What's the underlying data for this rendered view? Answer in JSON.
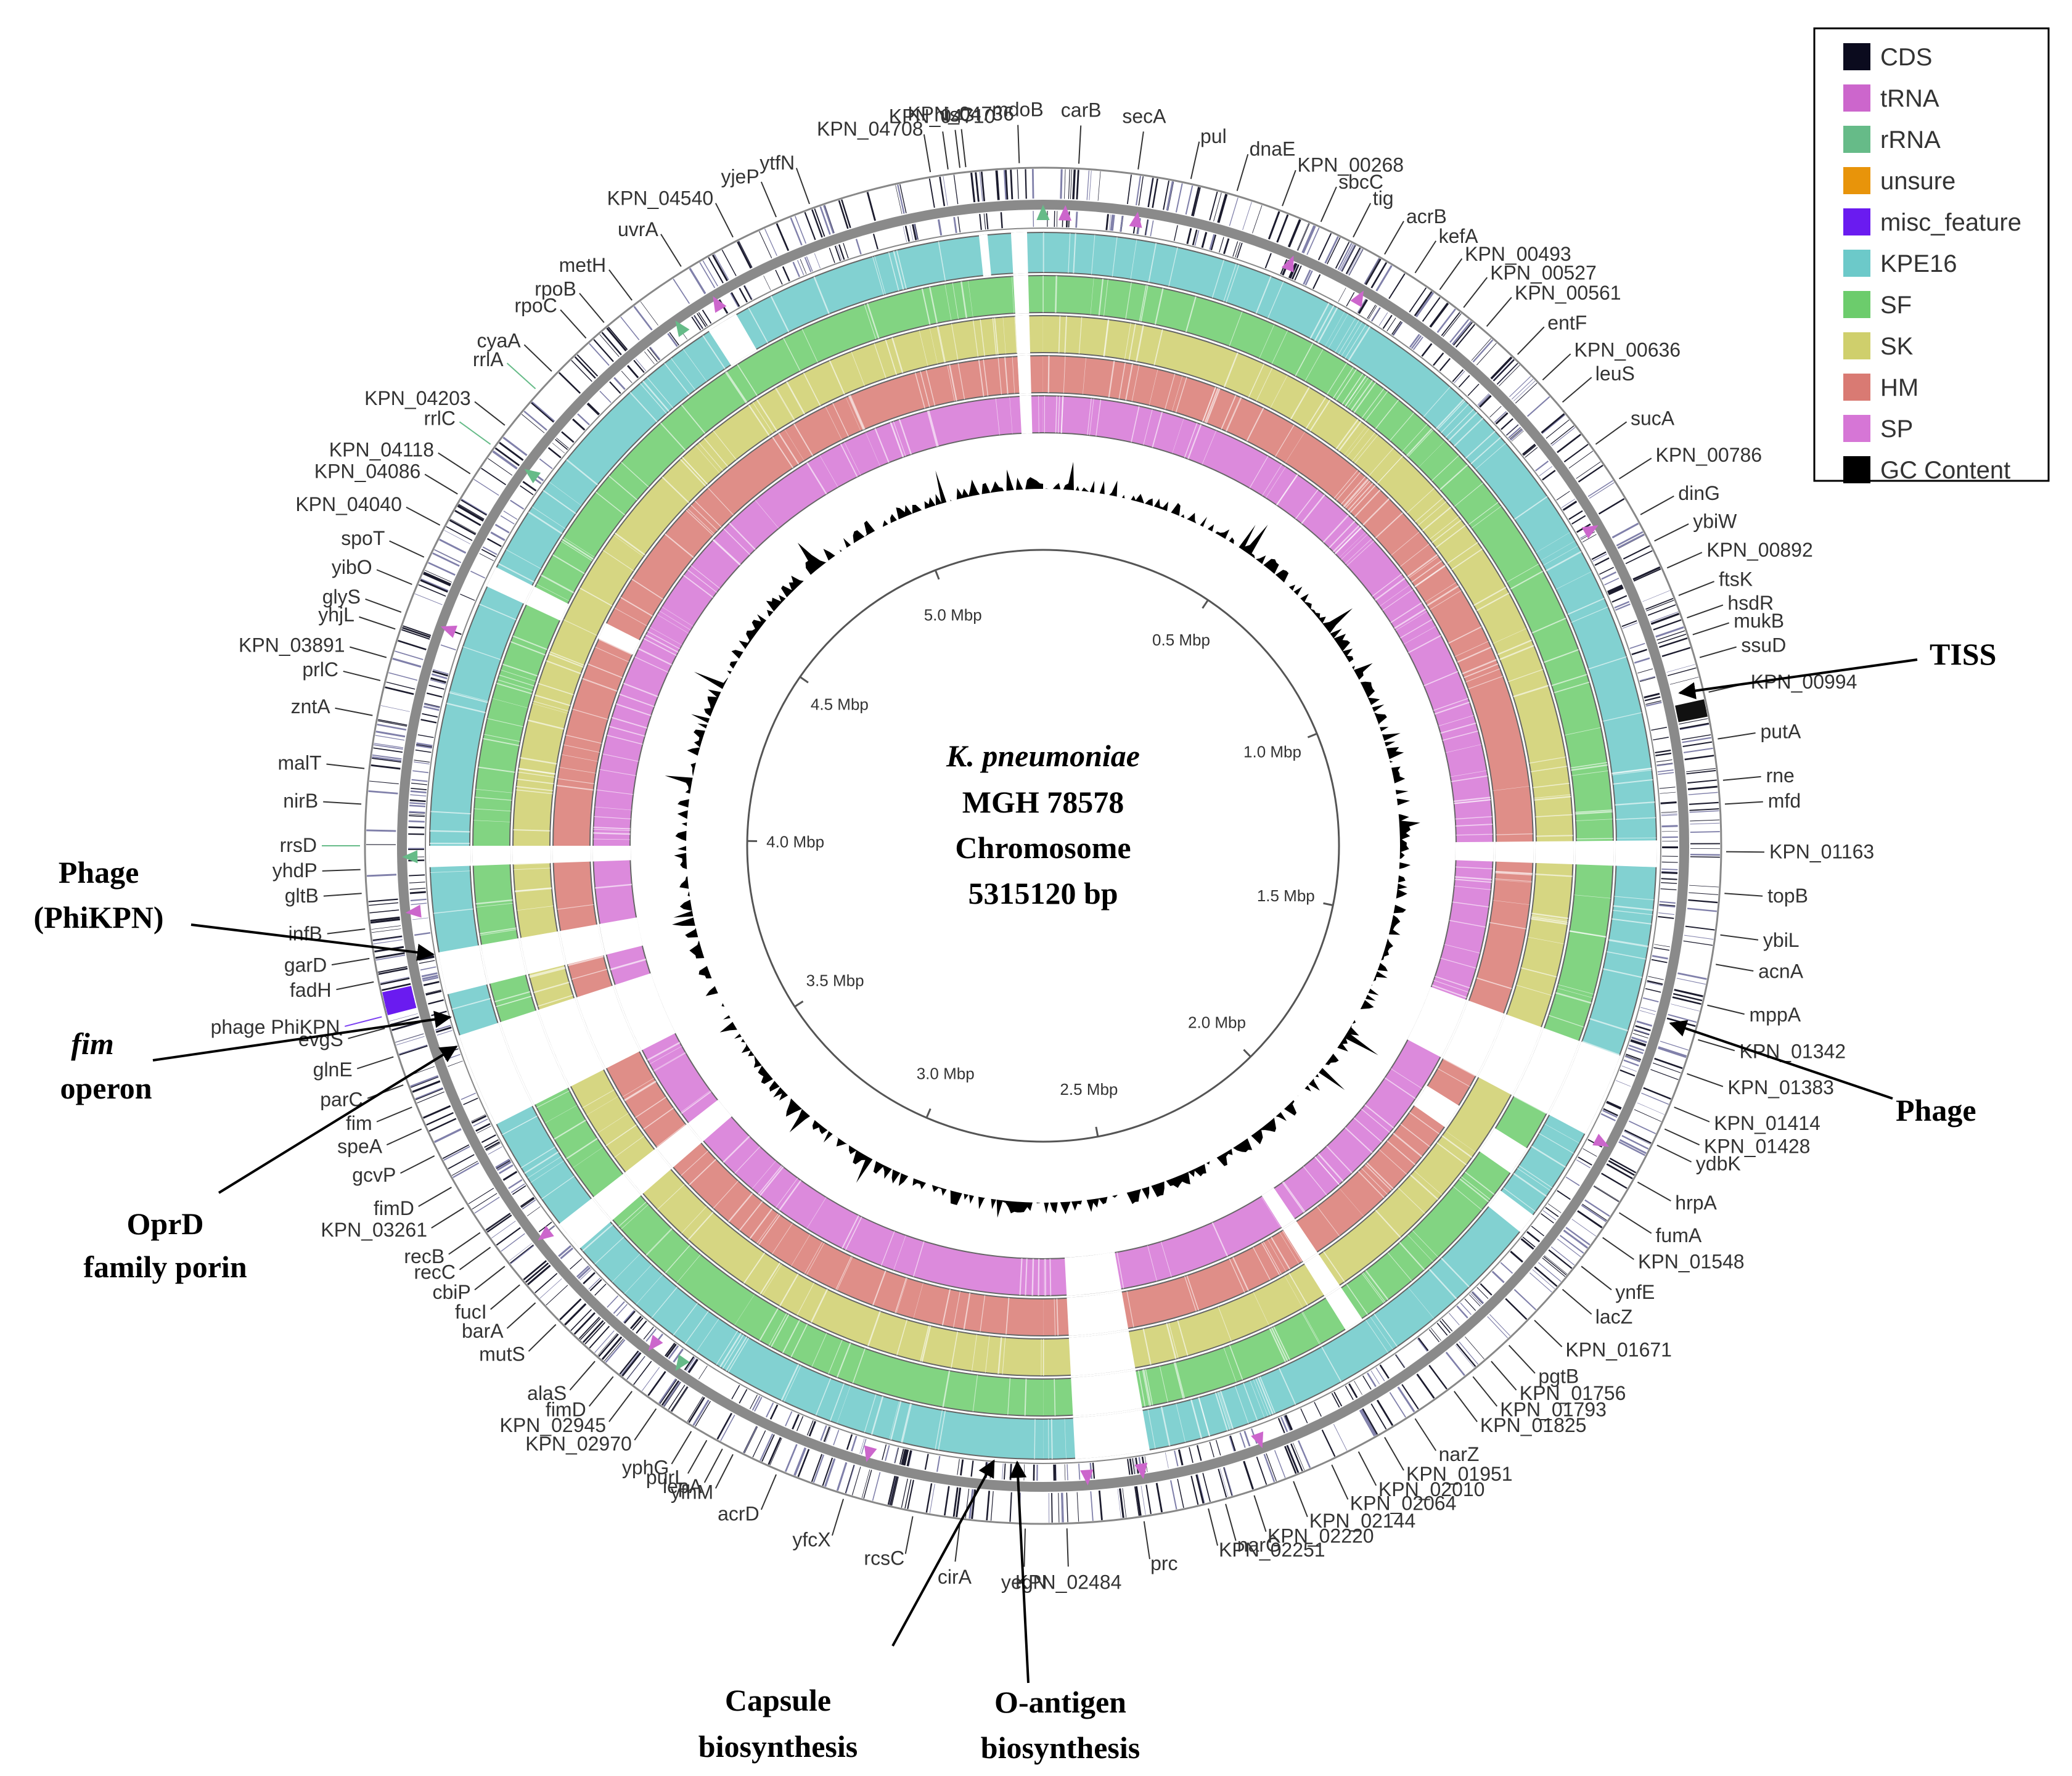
{
  "center": {
    "species": "K. pneumoniae",
    "strain": "MGH 78578",
    "molecule": "Chromosome",
    "size": "5315120 bp"
  },
  "genome_length_bp": 5315120,
  "scale_ticks": [
    "0.5 Mbp",
    "1.0 Mbp",
    "1.5 Mbp",
    "2.0 Mbp",
    "2.5 Mbp",
    "3.0 Mbp",
    "3.5 Mbp",
    "4.0 Mbp",
    "4.5 Mbp",
    "5.0 Mbp"
  ],
  "legend": [
    {
      "label": "CDS",
      "color": "#0b0b1e"
    },
    {
      "label": "tRNA",
      "color": "#cc66cc"
    },
    {
      "label": "rRNA",
      "color": "#66bb88"
    },
    {
      "label": "unsure",
      "color": "#e8940a"
    },
    {
      "label": "misc_feature",
      "color": "#6a1bf0"
    },
    {
      "label": "KPE16",
      "color": "#6cc9c9"
    },
    {
      "label": "SF",
      "color": "#6ccc6c"
    },
    {
      "label": "SK",
      "color": "#cfcf6c"
    },
    {
      "label": "HM",
      "color": "#d97a73"
    },
    {
      "label": "SP",
      "color": "#d676d6"
    },
    {
      "label": "GC Content",
      "color": "#000000"
    }
  ],
  "rings": [
    {
      "name": "KPE16",
      "color": "#6cc9c9"
    },
    {
      "name": "SF",
      "color": "#6ccc6c"
    },
    {
      "name": "SK",
      "color": "#cfcf6c"
    },
    {
      "name": "HM",
      "color": "#d97a73"
    },
    {
      "name": "SP",
      "color": "#d676d6"
    }
  ],
  "gene_labels": [
    {
      "text": "KPN_04708",
      "angle": -9.5,
      "color": "#333333"
    },
    {
      "text": "KPN_04736",
      "angle": -6.5,
      "color": "#333333"
    },
    {
      "text": "KPN_04710",
      "angle": -8,
      "color": "#333333"
    },
    {
      "text": "hisG",
      "angle": -7,
      "color": "#333333"
    },
    {
      "text": "mdoB",
      "angle": -2,
      "color": "#333333"
    },
    {
      "text": "carB",
      "angle": 3,
      "color": "#333333"
    },
    {
      "text": "secA",
      "angle": 8,
      "color": "#333333"
    },
    {
      "text": "pul",
      "angle": 12.5,
      "color": "#333333"
    },
    {
      "text": "dnaE",
      "angle": 16.5,
      "color": "#333333"
    },
    {
      "text": "KPN_00268",
      "angle": 20.5,
      "color": "#333333"
    },
    {
      "text": "sbcC",
      "angle": 24,
      "color": "#333333"
    },
    {
      "text": "tig",
      "angle": 27,
      "color": "#333333"
    },
    {
      "text": "acrB",
      "angle": 30,
      "color": "#333333"
    },
    {
      "text": "kefA",
      "angle": 33,
      "color": "#333333"
    },
    {
      "text": "KPN_00493",
      "angle": 35.5,
      "color": "#333333"
    },
    {
      "text": "KPN_00527",
      "angle": 38,
      "color": "#333333"
    },
    {
      "text": "KPN_00561",
      "angle": 40.5,
      "color": "#333333"
    },
    {
      "text": "entF",
      "angle": 44,
      "color": "#333333"
    },
    {
      "text": "KPN_00636",
      "angle": 47,
      "color": "#333333"
    },
    {
      "text": "leuS",
      "angle": 49.5,
      "color": "#333333"
    },
    {
      "text": "sucA",
      "angle": 54,
      "color": "#333333"
    },
    {
      "text": "KPN_00786",
      "angle": 57.5,
      "color": "#333333"
    },
    {
      "text": "dinG",
      "angle": 61,
      "color": "#333333"
    },
    {
      "text": "ybiW",
      "angle": 63.5,
      "color": "#333333"
    },
    {
      "text": "KPN_00892",
      "angle": 66,
      "color": "#333333"
    },
    {
      "text": "ftsK",
      "angle": 68.5,
      "color": "#333333"
    },
    {
      "text": "hsdR",
      "angle": 70.5,
      "color": "#333333"
    },
    {
      "text": "mukB",
      "angle": 72,
      "color": "#333333"
    },
    {
      "text": "ssuD",
      "angle": 74,
      "color": "#333333"
    },
    {
      "text": "KPN_00994",
      "angle": 77,
      "color": "#333333"
    },
    {
      "text": "putA",
      "angle": 81,
      "color": "#333333"
    },
    {
      "text": "rne",
      "angle": 84.5,
      "color": "#333333"
    },
    {
      "text": "mfd",
      "angle": 86.5,
      "color": "#333333"
    },
    {
      "text": "KPN_01163",
      "angle": 90.5,
      "color": "#333333"
    },
    {
      "text": "topB",
      "angle": 94,
      "color": "#333333"
    },
    {
      "text": "ybiL",
      "angle": 97.5,
      "color": "#333333"
    },
    {
      "text": "acnA",
      "angle": 100,
      "color": "#333333"
    },
    {
      "text": "mppA",
      "angle": 103.5,
      "color": "#333333"
    },
    {
      "text": "KPN_01342",
      "angle": 106.5,
      "color": "#333333"
    },
    {
      "text": "KPN_01383",
      "angle": 109.5,
      "color": "#333333"
    },
    {
      "text": "KPN_01414",
      "angle": 112.5,
      "color": "#333333"
    },
    {
      "text": "KPN_01428",
      "angle": 114.5,
      "color": "#333333"
    },
    {
      "text": "ydbK",
      "angle": 116,
      "color": "#333333"
    },
    {
      "text": "hrpA",
      "angle": 119.5,
      "color": "#333333"
    },
    {
      "text": "fumA",
      "angle": 122.5,
      "color": "#333333"
    },
    {
      "text": "KPN_01548",
      "angle": 125,
      "color": "#333333"
    },
    {
      "text": "ynfE",
      "angle": 128,
      "color": "#333333"
    },
    {
      "text": "lacZ",
      "angle": 130.5,
      "color": "#333333"
    },
    {
      "text": "KPN_01671",
      "angle": 134,
      "color": "#333333"
    },
    {
      "text": "pgtB",
      "angle": 137,
      "color": "#333333"
    },
    {
      "text": "KPN_01756",
      "angle": 139,
      "color": "#333333"
    },
    {
      "text": "KPN_01793",
      "angle": 141,
      "color": "#333333"
    },
    {
      "text": "KPN_01825",
      "angle": 143,
      "color": "#333333"
    },
    {
      "text": "narZ",
      "angle": 147,
      "color": "#333333"
    },
    {
      "text": "KPN_01951",
      "angle": 150,
      "color": "#333333"
    },
    {
      "text": "KPN_02010",
      "angle": 152.5,
      "color": "#333333"
    },
    {
      "text": "KPN_02064",
      "angle": 155,
      "color": "#333333"
    },
    {
      "text": "KPN_02144",
      "angle": 158.5,
      "color": "#333333"
    },
    {
      "text": "KPN_02220",
      "angle": 162,
      "color": "#333333"
    },
    {
      "text": "narG",
      "angle": 164.5,
      "color": "#333333"
    },
    {
      "text": "KPN_02251",
      "angle": 166,
      "color": "#333333"
    },
    {
      "text": "prc",
      "angle": 171.5,
      "color": "#333333"
    },
    {
      "text": "KPN_02484",
      "angle": 178,
      "color": "#333333"
    },
    {
      "text": "yegN",
      "angle": 181.5,
      "color": "#333333"
    },
    {
      "text": "cirA",
      "angle": 187,
      "color": "#333333"
    },
    {
      "text": "rcsC",
      "angle": 191,
      "color": "#333333"
    },
    {
      "text": "yfcX",
      "angle": 197,
      "color": "#333333"
    },
    {
      "text": "acrD",
      "angle": 203,
      "color": "#333333"
    },
    {
      "text": "yfhM",
      "angle": 207,
      "color": "#333333"
    },
    {
      "text": "purL",
      "angle": 209.5,
      "color": "#333333"
    },
    {
      "text": "yphG",
      "angle": 211,
      "color": "#333333"
    },
    {
      "text": "lepA",
      "angle": 208,
      "color": "#333333"
    },
    {
      "text": "KPN_02970",
      "angle": 214.5,
      "color": "#333333"
    },
    {
      "text": "KPN_02945",
      "angle": 217,
      "color": "#333333"
    },
    {
      "text": "fimD",
      "angle": 219,
      "color": "#333333"
    },
    {
      "text": "alaS",
      "angle": 221,
      "color": "#333333"
    },
    {
      "text": "mutS",
      "angle": 225.5,
      "color": "#333333"
    },
    {
      "text": "barA",
      "angle": 228,
      "color": "#333333"
    },
    {
      "text": "fucI",
      "angle": 230,
      "color": "#333333"
    },
    {
      "text": "cbiP",
      "angle": 232,
      "color": "#333333"
    },
    {
      "text": "recC",
      "angle": 234,
      "color": "#333333"
    },
    {
      "text": "recB",
      "angle": 235.5,
      "color": "#333333"
    },
    {
      "text": "KPN_03261",
      "angle": 238,
      "color": "#333333"
    },
    {
      "text": "fimD",
      "angle": 240,
      "color": "#333333"
    },
    {
      "text": "gcvP",
      "angle": 243,
      "color": "#333333"
    },
    {
      "text": "speA",
      "angle": 245.5,
      "color": "#333333"
    },
    {
      "text": "fim",
      "angle": 247.5,
      "color": "#333333"
    },
    {
      "text": "parC",
      "angle": 249.5,
      "color": "#333333"
    },
    {
      "text": "glnE",
      "angle": 252,
      "color": "#333333"
    },
    {
      "text": "evgS",
      "angle": 254.5,
      "color": "#333333"
    },
    {
      "text": "phage PhiKPN",
      "angle": 255.5,
      "color": "#7b3ff2"
    },
    {
      "text": "fadH",
      "angle": 258.5,
      "color": "#333333"
    },
    {
      "text": "garD",
      "angle": 260.5,
      "color": "#333333"
    },
    {
      "text": "infB",
      "angle": 263,
      "color": "#333333"
    },
    {
      "text": "gltB",
      "angle": 266,
      "color": "#333333"
    },
    {
      "text": "yhdP",
      "angle": 268,
      "color": "#333333"
    },
    {
      "text": "rrsD",
      "angle": 270,
      "color": "#66bb88"
    },
    {
      "text": "nirB",
      "angle": 273.5,
      "color": "#333333"
    },
    {
      "text": "malT",
      "angle": 276.5,
      "color": "#333333"
    },
    {
      "text": "zntA",
      "angle": 281,
      "color": "#333333"
    },
    {
      "text": "prlC",
      "angle": 284,
      "color": "#333333"
    },
    {
      "text": "KPN_03891",
      "angle": 286,
      "color": "#333333"
    },
    {
      "text": "yhjL",
      "angle": 288.5,
      "color": "#333333"
    },
    {
      "text": "glyS",
      "angle": 290,
      "color": "#333333"
    },
    {
      "text": "yibO",
      "angle": 292.5,
      "color": "#333333"
    },
    {
      "text": "spoT",
      "angle": 295,
      "color": "#333333"
    },
    {
      "text": "KPN_04040",
      "angle": 298,
      "color": "#333333"
    },
    {
      "text": "KPN_04086",
      "angle": 301,
      "color": "#333333"
    },
    {
      "text": "KPN_04118",
      "angle": 303,
      "color": "#333333"
    },
    {
      "text": "rrlC",
      "angle": 306,
      "color": "#66bb88"
    },
    {
      "text": "KPN_04203",
      "angle": 308,
      "color": "#333333"
    },
    {
      "text": "rrlA",
      "angle": 312,
      "color": "#66bb88"
    },
    {
      "text": "cyaA",
      "angle": 314,
      "color": "#333333"
    },
    {
      "text": "rpoC",
      "angle": 318,
      "color": "#333333"
    },
    {
      "text": "rpoB",
      "angle": 320,
      "color": "#333333"
    },
    {
      "text": "metH",
      "angle": 323,
      "color": "#333333"
    },
    {
      "text": "uvrA",
      "angle": 328,
      "color": "#333333"
    },
    {
      "text": "KPN_04540",
      "angle": 333,
      "color": "#333333"
    },
    {
      "text": "yjeP",
      "angle": 337,
      "color": "#333333"
    },
    {
      "text": "ytfN",
      "angle": 340,
      "color": "#333333"
    }
  ],
  "annotations": [
    {
      "key": "tiss",
      "lines": [
        "TISS"
      ]
    },
    {
      "key": "phage_right",
      "lines": [
        "Phage"
      ]
    },
    {
      "key": "phage_left",
      "lines": [
        "Phage",
        "(PhiKPN)"
      ]
    },
    {
      "key": "fim",
      "lines": [
        "fim",
        "operon"
      ]
    },
    {
      "key": "oprd",
      "lines": [
        "OprD",
        "family porin"
      ]
    },
    {
      "key": "capsule",
      "lines": [
        "Capsule",
        "biosynthesis"
      ]
    },
    {
      "key": "oantigen",
      "lines": [
        "O-antigen",
        "biosynthesis"
      ]
    }
  ],
  "gaps": {
    "KPE16": [
      [
        -3,
        -1.5
      ],
      [
        -6,
        -5.2
      ],
      [
        89.5,
        92
      ],
      [
        110,
        118
      ],
      [
        127,
        129
      ],
      [
        170,
        177
      ],
      [
        229,
        232
      ],
      [
        243,
        252
      ],
      [
        256,
        260
      ],
      [
        268,
        270
      ],
      [
        295,
        297
      ],
      [
        327,
        330
      ]
    ],
    "SF": [
      [
        -3,
        -1.5
      ],
      [
        89.5,
        92
      ],
      [
        110,
        118
      ],
      [
        122,
        125
      ],
      [
        146,
        148
      ],
      [
        170,
        177
      ],
      [
        229,
        232
      ],
      [
        243,
        252
      ],
      [
        256,
        260
      ],
      [
        268,
        270
      ],
      [
        295,
        297
      ]
    ],
    "SK": [
      [
        -3,
        -1.5
      ],
      [
        89.5,
        92
      ],
      [
        110,
        118
      ],
      [
        146,
        148
      ],
      [
        170,
        177
      ],
      [
        229,
        232
      ],
      [
        243,
        252
      ],
      [
        256,
        260
      ],
      [
        268,
        270
      ]
    ],
    "HM": [
      [
        -3,
        -1.5
      ],
      [
        89.5,
        92
      ],
      [
        110,
        118
      ],
      [
        122,
        125
      ],
      [
        146,
        148
      ],
      [
        170,
        177
      ],
      [
        229,
        232
      ],
      [
        243,
        252
      ],
      [
        256,
        260
      ],
      [
        268,
        270
      ],
      [
        295,
        297
      ]
    ],
    "SP": [
      [
        -3,
        -1.5
      ],
      [
        89.5,
        92
      ],
      [
        110,
        118
      ],
      [
        146,
        148
      ],
      [
        170,
        177
      ],
      [
        229,
        232
      ],
      [
        243,
        252
      ],
      [
        256,
        260
      ],
      [
        268,
        270
      ]
    ]
  }
}
